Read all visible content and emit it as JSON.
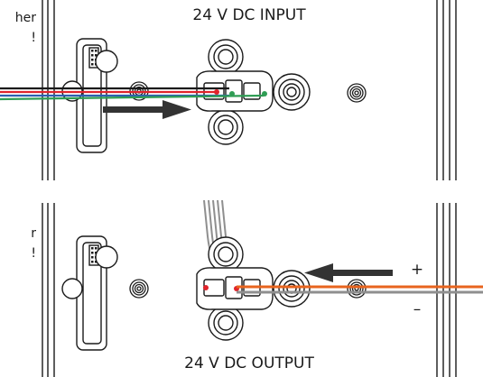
{
  "top_panel": {
    "title": "24 V DC INPUT",
    "cut_text_line1": "her",
    "cut_text_line2": "!"
  },
  "bottom_panel": {
    "title": "24 V DC OUTPUT",
    "cut_text_line1": "r",
    "cut_text_line2": "!",
    "plus_label": "+",
    "minus_label": "–"
  },
  "colors": {
    "line": "#1a1a1a",
    "wire_red": "#e0232b",
    "wire_green": "#2f9d54",
    "wire_blue": "#2c5fb0",
    "wire_orange": "#e8641e",
    "wire_gray": "#8f8f8f",
    "arrow": "#333333"
  }
}
